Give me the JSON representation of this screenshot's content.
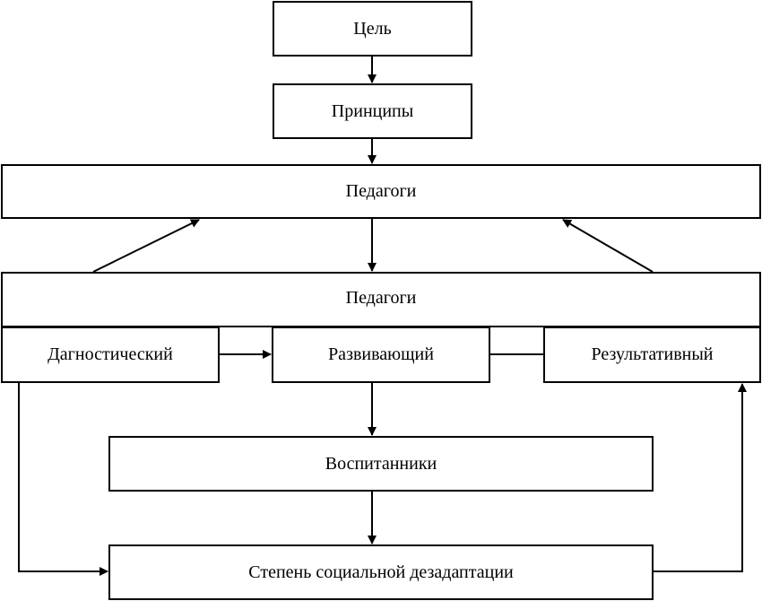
{
  "nodes": {
    "goal": "Цель",
    "principles": "Принципы",
    "teachers_top": "Педагоги",
    "teachers_stages": "Педагоги",
    "diagnostic": "Дагностический",
    "developing": "Развивающий",
    "resultative": "Результативный",
    "pupils": "Воспитанники",
    "maladaptation": "Степень социальной дезадаптации"
  },
  "edges": [
    {
      "from": "goal",
      "to": "principles"
    },
    {
      "from": "principles",
      "to": "teachers_top"
    },
    {
      "from": "teachers_top",
      "to": "teachers_stages"
    },
    {
      "from": "teachers_stages",
      "to": "teachers_top"
    },
    {
      "from": "teachers_stages",
      "to": "teachers_top"
    },
    {
      "from": "diagnostic",
      "to": "developing"
    },
    {
      "from": "developing",
      "to": "resultative"
    },
    {
      "from": "developing",
      "to": "pupils"
    },
    {
      "from": "pupils",
      "to": "maladaptation"
    },
    {
      "from": "diagnostic",
      "to": "maladaptation"
    },
    {
      "from": "maladaptation",
      "to": "resultative"
    }
  ]
}
